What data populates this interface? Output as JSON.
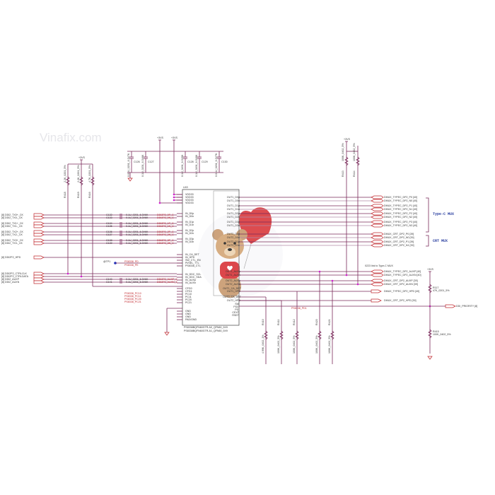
{
  "watermark": "Vinafix.com",
  "power_label": "+3VS",
  "chip": {
    "ref": "U43",
    "part_a0": "PS8338BQFN60GTR-A0_QFN60_5X9",
    "part_a1": "PS8338BQFN60GTR-A1_QFN60_5X9",
    "left_pins": [
      "VDD33",
      "VDD33",
      "VDD33",
      "VDD33",
      "IN_D0p",
      "IN_D0n",
      "IN_D1p",
      "IN_D1n",
      "IN_D2p",
      "IN_D2n",
      "IN_D3p",
      "IN_D3n",
      "IN_CA_DET",
      "IN_HPD",
      "SW_CTL_EN",
      "PI/SEL_TTL",
      "PS8338_CTL",
      "IN_DDC_SCL",
      "IN_DDC_SDA",
      "IN_AUXp",
      "IN_AUXn",
      "CFG0",
      "CFG1",
      "PC10",
      "PC11",
      "PC20",
      "PC21",
      "GND",
      "GND",
      "GND",
      "PAD/GND"
    ],
    "right_pins": [
      "OUT1_D0p",
      "OUT1_D0n",
      "OUT1_D1p",
      "OUT1_D1n",
      "OUT1_D2p",
      "OUT1_D2n",
      "OUT1_D3p",
      "OUT1_D3n",
      "OUT2_D0p",
      "OUT2_D0n",
      "OUT2_D1p",
      "OUT2_D1n",
      "OUT1_AUXp",
      "OUT1_AUXn",
      "OUT2_AUXp",
      "OUT2_AUXn",
      "OUT1_CA_DET",
      "OUT1_HPD",
      "OUT2_CA_DET",
      "OUT2_HPD",
      "SW",
      "PD2",
      "PD",
      "CEXT",
      "RSET"
    ]
  },
  "left_nets": [
    "[8] DDI2_TX0+_CK",
    "[8] DDI2_TX0-_CK",
    "[8] DDI2_TX1+_CK",
    "[8] DDI2_TX1-_CK",
    "[8] DDI2_TX2+_CK",
    "[8] DDI2_TX2-_CK",
    "[8] DDI2_TX3+_CK",
    "[8] DDI2_TX3-_CK",
    "[8] DDI2P2_HPD",
    "[8] DDI2P2_CTRLCLK",
    "[8] DDI2P2_CTRLDATA",
    "[8] DDI2_AUXP",
    "[8] DDI2_AUXN"
  ],
  "caps": {
    "refs": [
      "C132",
      "C133",
      "C134",
      "C135",
      "C136",
      "C137",
      "C138",
      "C139",
      "C140",
      "C141"
    ],
    "value": "0.1U_0201_6.3V6K",
    "nets": [
      "DDI2P2_0P_C",
      "DDI2P2_0N_C",
      "DDI2P2_1P_C",
      "DDI2P2_1N_C",
      "DDI2P2_2P_C",
      "DDI2P2_2N_C",
      "DDI2P2_3P_C",
      "DDI2P2_3N_C",
      "DDI2P2_AUXP_C",
      "DDI2P2_AUXN_C"
    ]
  },
  "top_caps": [
    {
      "ref": "C126",
      "value": "0.01U_0201_6.3V7K"
    },
    {
      "ref": "C127",
      "value": "0.1U_0201_6.3V6K"
    },
    {
      "ref": "C128",
      "value": "0.1U_0201_6.3V6K"
    },
    {
      "ref": "C129",
      "value": "0.1U_0201_6.3V6K"
    },
    {
      "ref": "C130",
      "value": "0.01U_0201_6.3V7K"
    }
  ],
  "pullups": [
    {
      "ref": "R418",
      "value": "2.2K_0201_5%"
    },
    {
      "ref": "R419",
      "value": "2.2K_0201_5%"
    },
    {
      "ref": "R416",
      "value": "4.7K_0201_5%"
    }
  ],
  "testpoint": "@TP1",
  "ctl_nets": [
    "PS8338_PD",
    "PS8338_PE"
  ],
  "cfg_nets": [
    "PS8338_PC10",
    "PS8338_PC11",
    "PS8338_PC20",
    "PS8338_PC21"
  ],
  "pd_net": "PS8338_PD1",
  "right_nets": [
    "DMUX_TYPEC_DP2_P0 [40]",
    "DMUX_TYPEC_DP2_N0 [40]",
    "DMUX_TYPEC_DP2_P1 [40]",
    "DMUX_TYPEC_DP2_N1 [40]",
    "DMUX_TYPEC_DP2_P2 [40]",
    "DMUX_TYPEC_DP2_N2 [40]",
    "DMUX_TYPEC_DP2_P3 [40]",
    "DMUX_TYPEC_DP2_N3 [40]",
    "DMUX_CRT_DP2_P0 [39]",
    "DMUX_CRT_DP2_N0 [39]",
    "DMUX_CRT_DP2_P1 [39]",
    "DMUX_CRT_DP2_N1 [39]"
  ],
  "aux_nets": [
    "DMUX_TYPEC_DP2_AUXP [40]",
    "DMUX_TYPEC_DP2_AUXN [40]",
    "DMUX_CRT_DP2_AUXP [39]",
    "DMUX_CRT_DP2_AUXN [39]"
  ],
  "hpd_nets": [
    "DMUX_TYPEC_DP2_HPD [40]",
    "DMUX_CRT_DP2_HPD [39]"
  ],
  "priority_net": "DDI_PRIORITY [8]",
  "groups": {
    "typec": "Type-C MUX",
    "crt": "CRT MUX"
  },
  "note": "0223 link to Type-C MUX",
  "top_right_res": [
    {
      "ref": "R413",
      "value": "100K_0402_5%"
    },
    {
      "ref": "R414",
      "value": "100K_0402_5%"
    }
  ],
  "r117": {
    "ref": "R117",
    "value": "47K_0201_5%"
  },
  "r415": {
    "ref": "R415",
    "value": "100K_0402_5%"
  },
  "bottom_res": [
    {
      "ref": "R410",
      "value": "4.99K_0402_1%"
    },
    {
      "ref": "R411",
      "value": "100K_0402_5%"
    },
    {
      "ref": "R412",
      "value": "100K_0402_5%"
    },
    {
      "ref": "R420",
      "value": "100K_0402_5%"
    },
    {
      "ref": "R421",
      "value": "100K_0402_5%"
    }
  ]
}
